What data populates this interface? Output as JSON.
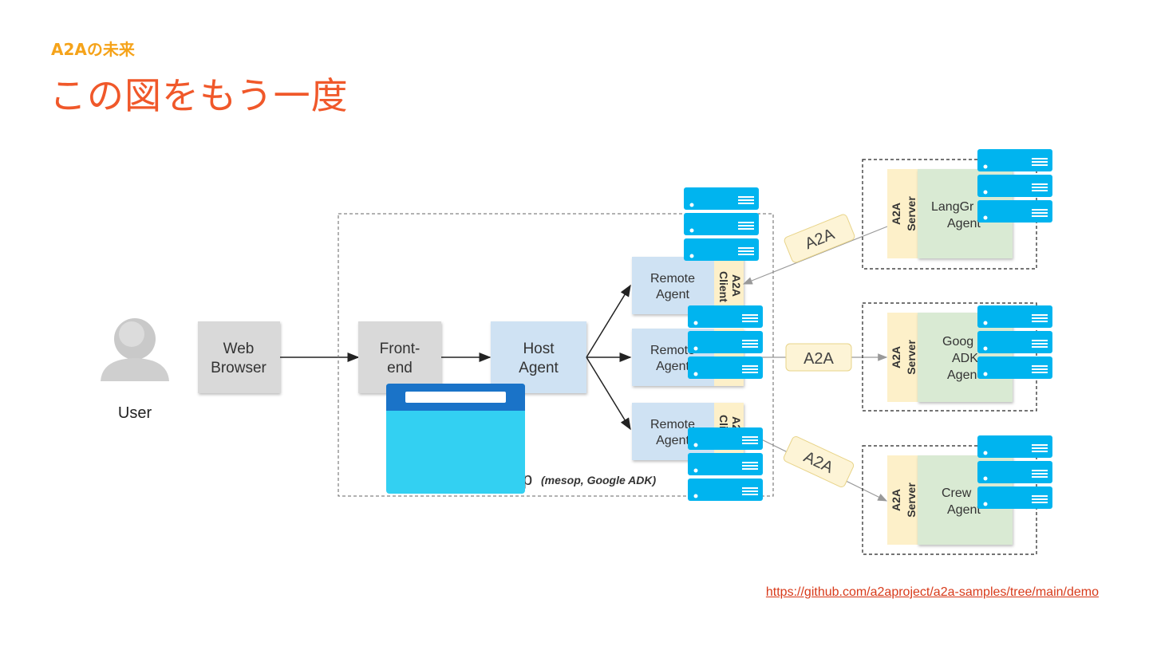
{
  "header": {
    "kicker": "A2Aの未来",
    "title": "この図をもう一度"
  },
  "diagram": {
    "user_label": "User",
    "web_browser": [
      "Web",
      "Browser"
    ],
    "frontend": [
      "Front-",
      "end"
    ],
    "host_agent": [
      "Host",
      "Agent"
    ],
    "remote_agent": [
      "Remote",
      "Agent"
    ],
    "a2a_client": [
      "A2A",
      "Client"
    ],
    "a2a_server": [
      "A2A",
      "Server"
    ],
    "a2a_pill": "A2A",
    "agents": [
      [
        "LangGr",
        "Agent"
      ],
      [
        "Goog",
        "ADK",
        "Agen"
      ],
      [
        "Crew",
        "Agent"
      ]
    ],
    "app_label_prefix": "p",
    "app_label_suffix": "(mesop, Google ADK)"
  },
  "footer": {
    "link": "https://github.com/a2aproject/a2a-samples/tree/main/demo"
  },
  "colors": {
    "server_stack": "#00b4ef",
    "window_icon_body": "#33d0f2",
    "window_icon_bar": "#1a73c8"
  }
}
